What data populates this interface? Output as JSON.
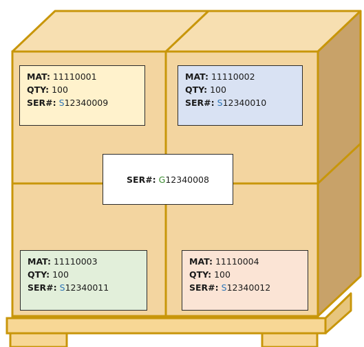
{
  "labels": [
    {
      "mat_label": "MAT:",
      "mat": "11110001",
      "qty_label": "QTY:",
      "qty": "100",
      "ser_label": "SER#:",
      "ser_prefix": "S",
      "ser_num": "12340009",
      "bg": "#fff2cc"
    },
    {
      "mat_label": "MAT:",
      "mat": "11110002",
      "qty_label": "QTY:",
      "qty": "100",
      "ser_label": "SER#:",
      "ser_prefix": "S",
      "ser_num": "12340010",
      "bg": "#d9e2f3"
    },
    {
      "mat_label": "MAT:",
      "mat": "11110003",
      "qty_label": "QTY:",
      "qty": "100",
      "ser_label": "SER#:",
      "ser_prefix": "S",
      "ser_num": "12340011",
      "bg": "#e2efda"
    },
    {
      "mat_label": "MAT:",
      "mat": "11110004",
      "qty_label": "QTY:",
      "qty": "100",
      "ser_label": "SER#:",
      "ser_prefix": "S",
      "ser_num": "12340012",
      "bg": "#fbe4d5"
    }
  ],
  "pallet_label": {
    "ser_label": "SER#:",
    "ser_prefix": "G",
    "ser_num": "12340008"
  },
  "colors": {
    "box_front": "#f3d5a0",
    "box_top": "#f7dfb1",
    "box_side": "#c8a269",
    "outline": "#c8960a",
    "pallet": "#f7d795",
    "ser_prefix_box": "#2e75b6",
    "ser_prefix_pallet": "#3a8a2e"
  }
}
